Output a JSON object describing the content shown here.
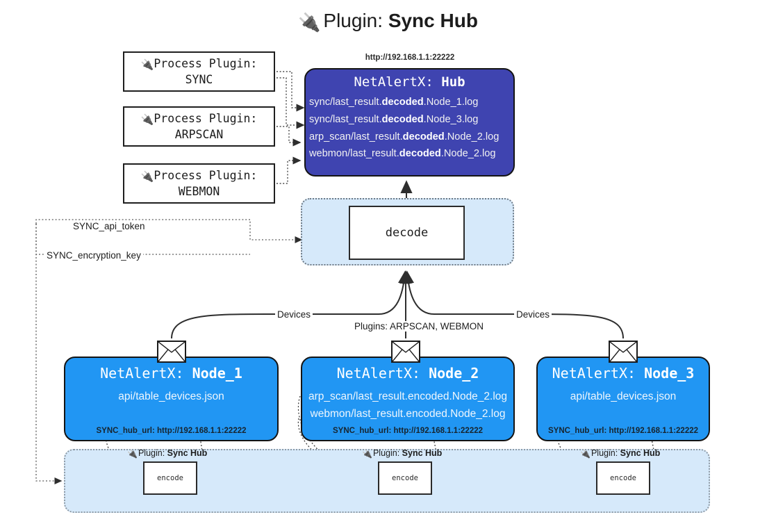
{
  "title": {
    "icon": "plug-icon",
    "glyph": "🔌",
    "prefix": "Plugin: ",
    "name": "Sync Hub"
  },
  "process_plugins": [
    {
      "icon": "plug-icon",
      "glyph": "🔌",
      "line1": "Process Plugin:",
      "line2": "SYNC"
    },
    {
      "icon": "plug-icon",
      "glyph": "🔌",
      "line1": "Process Plugin:",
      "line2": "ARPSCAN"
    },
    {
      "icon": "plug-icon",
      "glyph": "🔌",
      "line1": "Process Plugin:",
      "line2": "WEBMON"
    }
  ],
  "hub": {
    "url": "http://192.168.1.1:22222",
    "title_prefix": "NetAlertX: ",
    "title_name": "Hub",
    "loglines": [
      {
        "pre": "sync/last_result.",
        "strong": "decoded",
        "post": ".Node_1.log"
      },
      {
        "pre": "sync/last_result.",
        "strong": "decoded",
        "post": ".Node_3.log"
      },
      {
        "pre": "arp_scan/last_result.",
        "strong": "decoded",
        "post": ".Node_2.log"
      },
      {
        "pre": "webmon/last_result.",
        "strong": "decoded",
        "post": ".Node_2.log"
      }
    ]
  },
  "decode": {
    "label": "decode"
  },
  "edge_labels": {
    "api_token": "SYNC_api_token",
    "encryption_key": "SYNC_encryption_key",
    "devices_left": "Devices",
    "devices_right": "Devices",
    "plugins_middle": "Plugins: ARPSCAN, WEBMON"
  },
  "nodes": [
    {
      "id": "node_1",
      "title_prefix": "NetAlertX: ",
      "title_name": "Node_1",
      "lines": [
        "api/table_devices.json"
      ],
      "footer": "SYNC_hub_url: http://192.168.1.1:22222",
      "envelope_icon": "envelope-icon",
      "plugin_caption_prefix": "Plugin: ",
      "plugin_caption_name": "Sync Hub",
      "encode_label": "encode"
    },
    {
      "id": "node_2",
      "title_prefix": "NetAlertX: ",
      "title_name": "Node_2",
      "lines": [
        "arp_scan/last_result.encoded.Node_2.log",
        "webmon/last_result.encoded.Node_2.log"
      ],
      "footer": "SYNC_hub_url: http://192.168.1.1:22222",
      "envelope_icon": "envelope-icon",
      "plugin_caption_prefix": "Plugin: ",
      "plugin_caption_name": "Sync Hub",
      "encode_label": "encode"
    },
    {
      "id": "node_3",
      "title_prefix": "NetAlertX: ",
      "title_name": "Node_3",
      "lines": [
        "api/table_devices.json"
      ],
      "footer": "SYNC_hub_url: http://192.168.1.1:22222",
      "envelope_icon": "envelope-icon",
      "plugin_caption_prefix": "Plugin: ",
      "plugin_caption_name": "Sync Hub",
      "encode_label": "encode"
    }
  ],
  "colors": {
    "hub_fill": "#3f44b0",
    "node_fill": "#2196f3",
    "container_fill": "#d6e9fa",
    "stroke": "#141414",
    "background": "#ffffff"
  }
}
